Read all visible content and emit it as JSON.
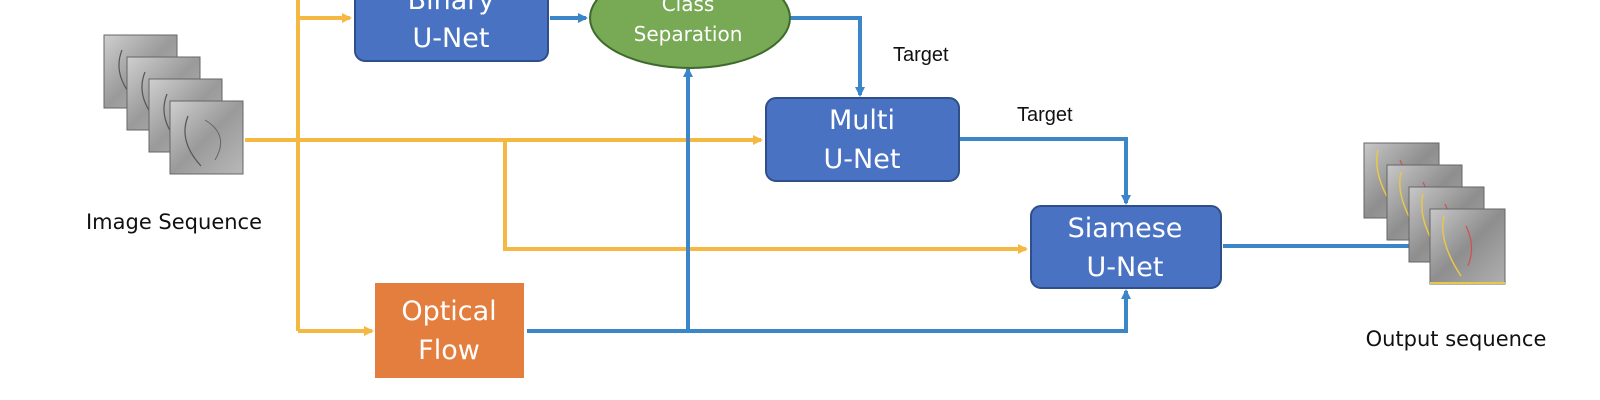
{
  "colors": {
    "node_blue": "#4a72c2",
    "node_blue_border": "#2f4f8a",
    "node_green": "#78a955",
    "node_green_border": "#3e6b2c",
    "node_orange": "#e37e3e",
    "arrow_yellow": "#f5b942",
    "arrow_blue": "#3b85c9"
  },
  "nodes": {
    "binary_unet": {
      "line1": "Binary",
      "line2": "U-Net"
    },
    "class_separation": {
      "line1": "Class",
      "line2": "Separation"
    },
    "multi_unet": {
      "line1": "Multi",
      "line2": "U-Net"
    },
    "siamese_unet": {
      "line1": "Siamese",
      "line2": "U-Net"
    },
    "optical_flow": {
      "line1": "Optical",
      "line2": "Flow"
    }
  },
  "labels": {
    "input": "Image Sequence",
    "output": "Output sequence",
    "target_1": "Target",
    "target_2": "Target"
  },
  "icons": {
    "input_stack": "angiogram-image-stack-icon",
    "output_stack": "segmented-image-stack-icon"
  }
}
